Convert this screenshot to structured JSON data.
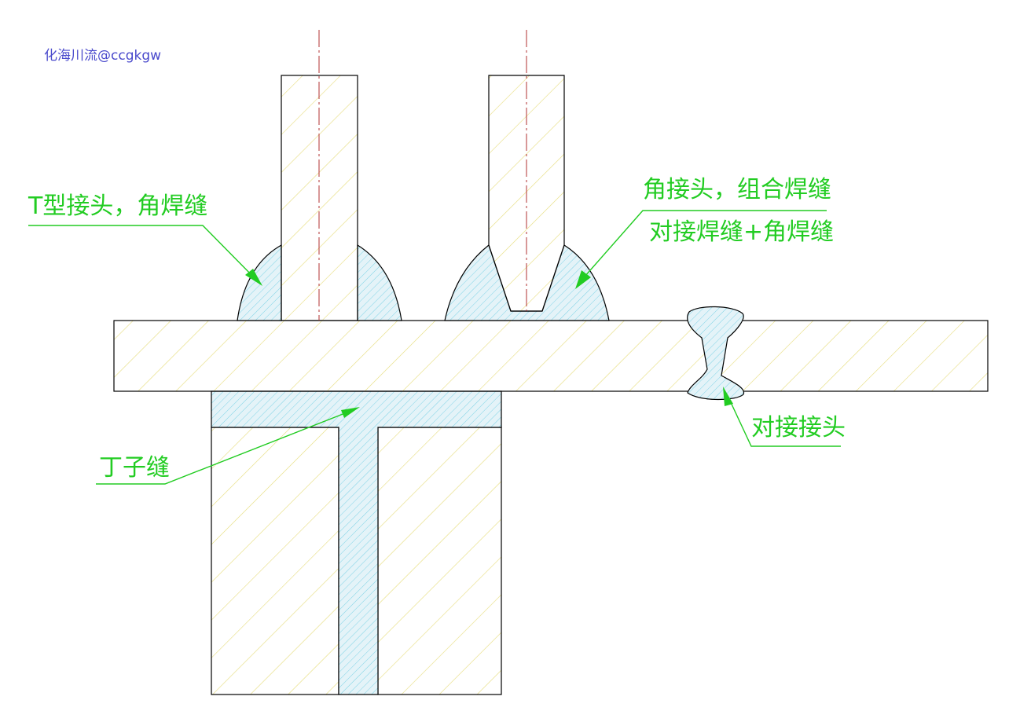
{
  "watermark": "化海川流@ccgkgw",
  "labels": {
    "t_joint": "T型接头，角焊缝",
    "corner_joint_line1": "角接头，组合焊缝",
    "corner_joint_line2": "对接焊缝+角焊缝",
    "butt_joint": "对接接头",
    "ding_seam": "丁子缝"
  },
  "colors": {
    "outline": "#000000",
    "metal_hatch": "#e6dc7a",
    "weld_fill": "#e4f3f8",
    "weld_hatch": "#7fd3e6",
    "leader": "#22cc22",
    "centerline": "#b03030",
    "watermark": "#4a4acc"
  }
}
